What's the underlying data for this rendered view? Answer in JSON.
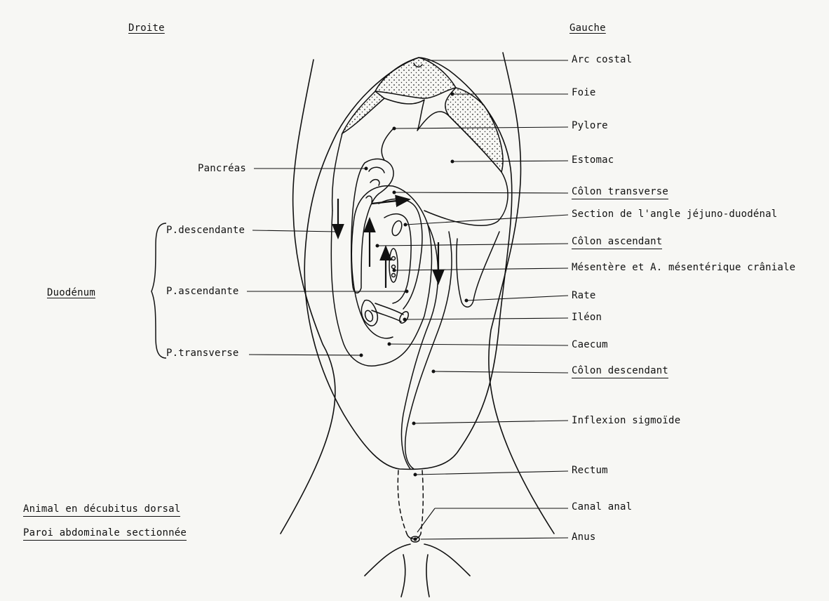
{
  "header": {
    "left": "Droite",
    "right": "Gauche"
  },
  "labels_right": {
    "arc_costal": "Arc costal",
    "foie": "Foie",
    "pylore": "Pylore",
    "estomac": "Estomac",
    "colon_transverse": "Côlon transverse",
    "section_angle": "Section de l'angle jéjuno-duodénal",
    "colon_ascendant": "Côlon ascendant",
    "mesentere": "Mésentère et A. mésentérique crâniale",
    "rate": "Rate",
    "ileon": "Iléon",
    "caecum": "Caecum",
    "colon_descendant": "Côlon descendant",
    "inflexion": "Inflexion sigmoïde",
    "rectum": "Rectum",
    "canal_anal": "Canal anal",
    "anus": "Anus"
  },
  "labels_left": {
    "pancreas": "Pancréas",
    "duodenum": "Duodénum",
    "p_descendante": "P.descendante",
    "p_ascendante": "P.ascendante",
    "p_transverse": "P.transverse"
  },
  "notes": {
    "line1": "Animal en décubitus dorsal",
    "line2": "Paroi abdominale sectionnée"
  }
}
